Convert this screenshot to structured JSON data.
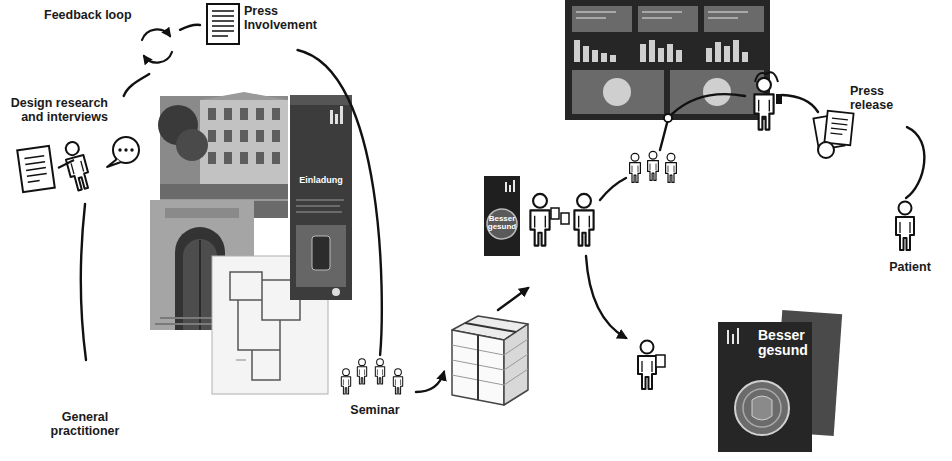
{
  "diagram": {
    "nodes": [
      {
        "text": [
          "General practitioner"
        ]
      },
      {
        "text": [
          "Design research and interviews"
        ]
      },
      {
        "text": [
          "Feedback loop"
        ]
      },
      {
        "text": [
          "Press Involvement"
        ]
      },
      {
        "text": [
          "Seminar"
        ]
      },
      {
        "text": [
          "Press release"
        ]
      },
      {
        "text": [
          "Patient"
        ]
      }
    ],
    "edges": [
      {
        "from": 0,
        "to": 1,
        "arrow": "none"
      },
      {
        "from": 1,
        "to": 2,
        "arrow": "none"
      },
      {
        "from": 2,
        "to": 3,
        "arrow": "none"
      },
      {
        "from": 3,
        "to": 4,
        "arrow": "none"
      },
      {
        "from": 5,
        "to": 6,
        "arrow": "none"
      }
    ],
    "labels": [
      "Einladung",
      "Besser gesund",
      "Besser gesund"
    ]
  }
}
